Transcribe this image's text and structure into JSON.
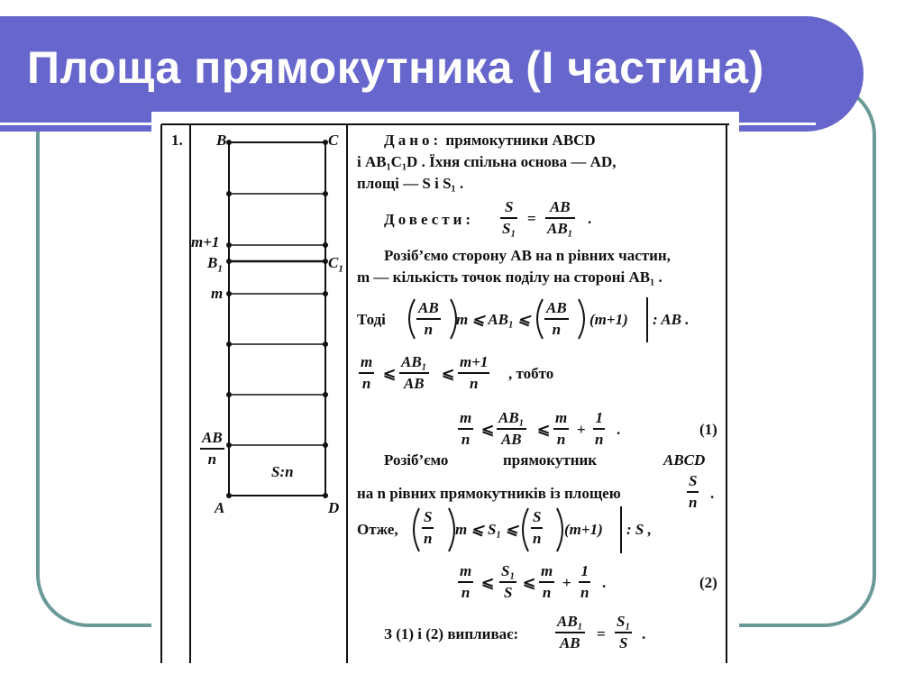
{
  "slide": {
    "title": "Площа прямокутника (I частина)"
  },
  "problem": {
    "number": "1.",
    "figure": {
      "label_B": "B",
      "label_C": "C",
      "label_m1": "m+1",
      "label_B1": "B",
      "label_B1_sub": "1",
      "label_C1": "C",
      "label_C1_sub": "1",
      "label_m": "m",
      "label_ABn_num": "AB",
      "label_ABn_den": "n",
      "label_Sn": "S:n",
      "label_A": "A",
      "label_D": "D"
    },
    "text": {
      "given_word": "Дано:",
      "given_rest": "прямокутники ABCD",
      "given_line2": "і AB₁C₁D . Їхня спільна основа — AD,",
      "given_line3": "площі — S і S₁ .",
      "prove_word": "Довести:",
      "prove_f1_num": "S",
      "prove_f1_den": "S₁",
      "prove_f2_num": "AB",
      "prove_f2_den": "AB₁",
      "split_line1": "Розіб’ємо сторону AB на n рівних частин,",
      "split_line2": "m — кількість точок поділу на стороні AB₁ .",
      "then_word": "Тоді",
      "ab_num": "AB",
      "n_den": "n",
      "ineq1_mid": "m ⩽ AB₁ ⩽",
      "ineq1_tail": "(m+1)",
      "ineq1_div": ": AB .",
      "m": "m",
      "n": "n",
      "ab1": "AB₁",
      "ab": "AB",
      "m_plus_1": "m+1",
      "one": "1",
      "tobto": ", тобто",
      "eq1_label": "(1)",
      "split2_a": "Розіб’ємо",
      "split2_b": "прямокутник",
      "split2_c": "ABCD",
      "split2_line2": "на n рівних прямокутників із площею",
      "s": "S",
      "s1": "S₁",
      "otzhe": "Отже,",
      "ineq2_mid": "m ⩽ S₁ ⩽",
      "ineq2_div": ": S ,",
      "eq2_label": "(2)",
      "concl": "З (1) і (2) випливає:",
      "le": "⩽",
      "plus": "+",
      "eq": "=",
      "dot": "."
    }
  }
}
